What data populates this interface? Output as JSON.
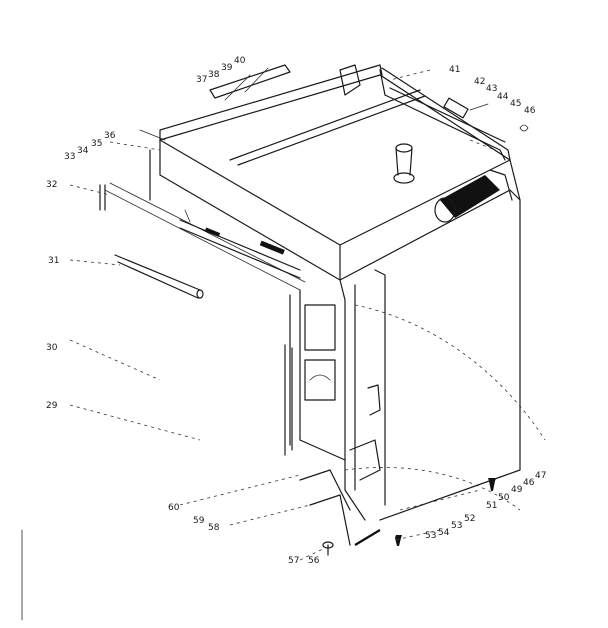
{
  "callouts": [
    "37",
    "38",
    "39",
    "40",
    "41",
    "42",
    "43",
    "44",
    "45",
    "46",
    "33",
    "34",
    "35",
    "36",
    "32",
    "31",
    "30",
    "29",
    "47",
    "46",
    "49",
    "50",
    "51",
    "52",
    "53",
    "54",
    "53",
    "60",
    "59",
    "58",
    "57",
    "56"
  ]
}
